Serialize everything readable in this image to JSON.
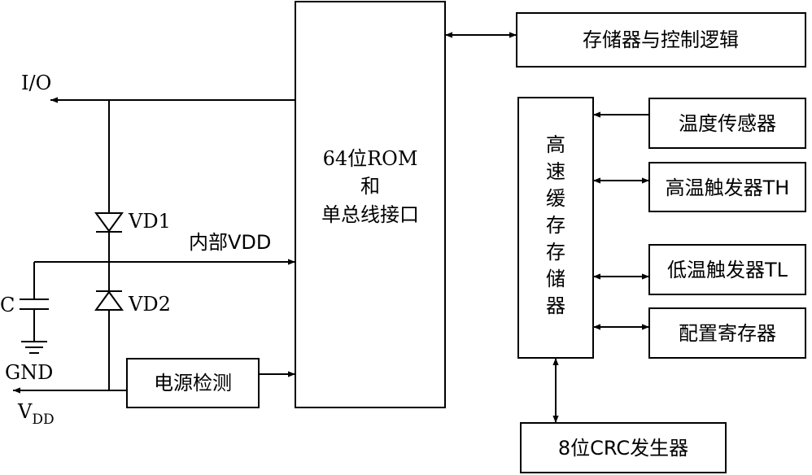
{
  "diagram": {
    "io_label": "I/O",
    "vd1_label": "VD1",
    "vd2_label": "VD2",
    "internal_vdd_label": "内部VDD",
    "capacitor_label": "C",
    "gnd_label": "GND",
    "vdd_main": "V",
    "vdd_sub": "DD",
    "power_detect": "电源检测",
    "rom_line1": "64位ROM",
    "rom_line2": "和",
    "rom_line3": "单总线接口",
    "memory_control": "存储器与控制逻辑",
    "scratchpad_chars": [
      "高",
      "速",
      "缓",
      "存",
      "存",
      "储",
      "器"
    ],
    "temp_sensor": "温度传感器",
    "high_trigger": "高温触发器TH",
    "low_trigger": "低温触发器TL",
    "config_register": "配置寄存器",
    "crc_generator": "8位CRC发生器"
  }
}
